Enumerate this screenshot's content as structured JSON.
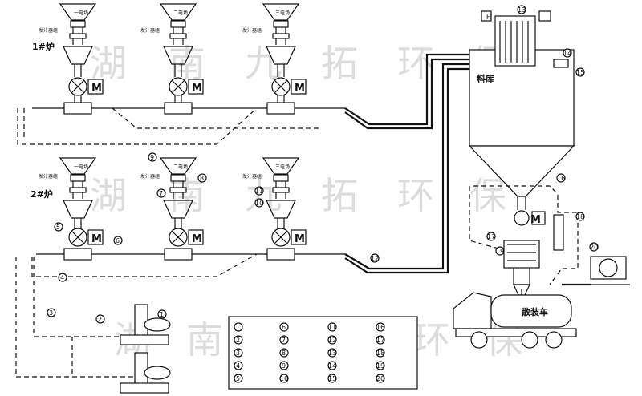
{
  "watermark": [
    "湖",
    "南",
    "九",
    "拓",
    "环",
    "保"
  ],
  "furnaces": [
    {
      "label": "1#炉"
    },
    {
      "label": "2#炉"
    }
  ],
  "hopper_labels": [
    "一电场",
    "二电场",
    "三电场"
  ],
  "feeder_tag": "发汁器组",
  "motor_label": "M",
  "silo_label": "料库",
  "truck_label": "散装车",
  "h_mark": "H",
  "callouts": [
    "1",
    "2",
    "3",
    "4",
    "5",
    "6",
    "7",
    "8",
    "9",
    "10",
    "11",
    "12",
    "13",
    "14",
    "15",
    "16",
    "17",
    "18",
    "19",
    "20"
  ],
  "legend": {
    "numbers": [
      [
        "1",
        "6",
        "11",
        "16"
      ],
      [
        "2",
        "7",
        "12",
        "17"
      ],
      [
        "3",
        "8",
        "13",
        "18"
      ],
      [
        "4",
        "9",
        "14",
        "19"
      ],
      [
        "5",
        "10",
        "15",
        "20"
      ]
    ]
  }
}
